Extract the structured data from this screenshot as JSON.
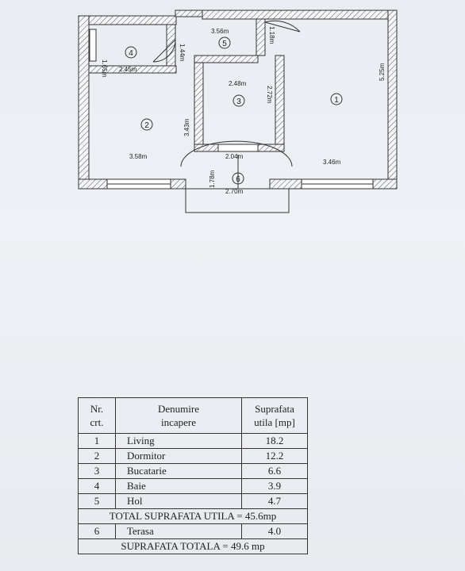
{
  "plan": {
    "dims": {
      "bath_top": "2.45m",
      "bath_side": "1.65m",
      "bath_door": "1.44m",
      "hall_top": "3.56m",
      "hall_side": "1.18m",
      "kitchen_top": "2.48m",
      "kitchen_side": "2.72m",
      "kitchen_bottom": "2.04m",
      "bedroom_side": "3.43m",
      "bedroom_bottom": "3.58m",
      "living_side": "5.25m",
      "living_bottom": "3.46m",
      "terrace_side": "1.78m",
      "terrace_bottom": "2.70m"
    },
    "room_numbers": [
      "1",
      "2",
      "3",
      "4",
      "5",
      "6"
    ]
  },
  "table": {
    "header": {
      "nr": "Nr.",
      "crt": "crt.",
      "name1": "Denumire",
      "name2": "incapere",
      "area1": "Suprafata",
      "area2": "utila [mp]"
    },
    "rows": [
      {
        "nr": "1",
        "name": "Living",
        "area": "18.2"
      },
      {
        "nr": "2",
        "name": "Dormitor",
        "area": "12.2"
      },
      {
        "nr": "3",
        "name": "Bucatarie",
        "area": "6.6"
      },
      {
        "nr": "4",
        "name": "Baie",
        "area": "3.9"
      },
      {
        "nr": "5",
        "name": "Hol",
        "area": "4.7"
      }
    ],
    "total_useful": "TOTAL SUPRAFATA UTILA = 45.6mp",
    "terrace_row": {
      "nr": "6",
      "name": "Terasa",
      "area": "4.0"
    },
    "total": "SUPRAFATA TOTALA = 49.6 mp"
  }
}
